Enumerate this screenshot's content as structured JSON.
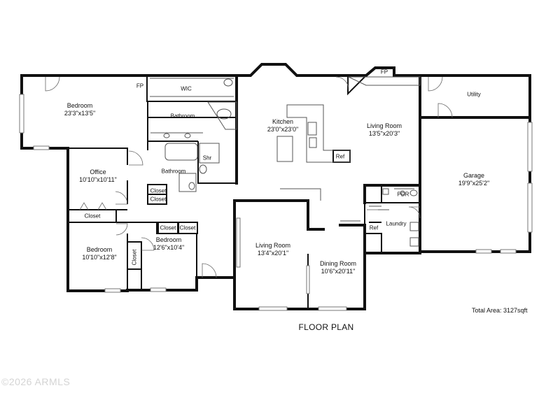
{
  "title": "FLOOR PLAN",
  "total_area": "Total Area: 3127sqft",
  "watermark": "2026 ARMLS",
  "rooms": {
    "bedroom_main": {
      "name": "Bedroom",
      "dim": "23'3\"x13'5\""
    },
    "fp_left": {
      "name": "FP"
    },
    "wic": {
      "name": "WIC"
    },
    "bathroom_upper": {
      "name": "Bathroom"
    },
    "bathroom_lower": {
      "name": "Bathroom"
    },
    "shower": {
      "name": "Shr"
    },
    "kitchen": {
      "name": "Kitchen",
      "dim": "23'0\"x23'0\""
    },
    "fp_right": {
      "name": "FP"
    },
    "living_room_east": {
      "name": "Living Room",
      "dim": "13'5\"x20'3\""
    },
    "utility": {
      "name": "Utility"
    },
    "ref_kitchen": {
      "name": "Ref"
    },
    "office": {
      "name": "Office",
      "dim": "10'10\"x10'11\""
    },
    "closet_a": {
      "name": "Closet"
    },
    "closet_b": {
      "name": "Closet"
    },
    "closet_office": {
      "name": "Closet"
    },
    "closet_c": {
      "name": "Closet"
    },
    "closet_d": {
      "name": "Closet"
    },
    "closet_vertical": {
      "name": "Closet"
    },
    "bedroom_sw": {
      "name": "Bedroom",
      "dim": "10'10\"x12'8\""
    },
    "bedroom_s": {
      "name": "Bedroom",
      "dim": "12'6\"x10'4\""
    },
    "living_room_center": {
      "name": "Living Room",
      "dim": "13'4\"x20'1\""
    },
    "dining_room": {
      "name": "Dining Room",
      "dim": "10'6\"x20'11\""
    },
    "pdr": {
      "name": "PDR"
    },
    "laundry": {
      "name": "Laundry"
    },
    "ref_laundry": {
      "name": "Ref"
    },
    "garage": {
      "name": "Garage",
      "dim": "19'9\"x25'2\""
    }
  }
}
